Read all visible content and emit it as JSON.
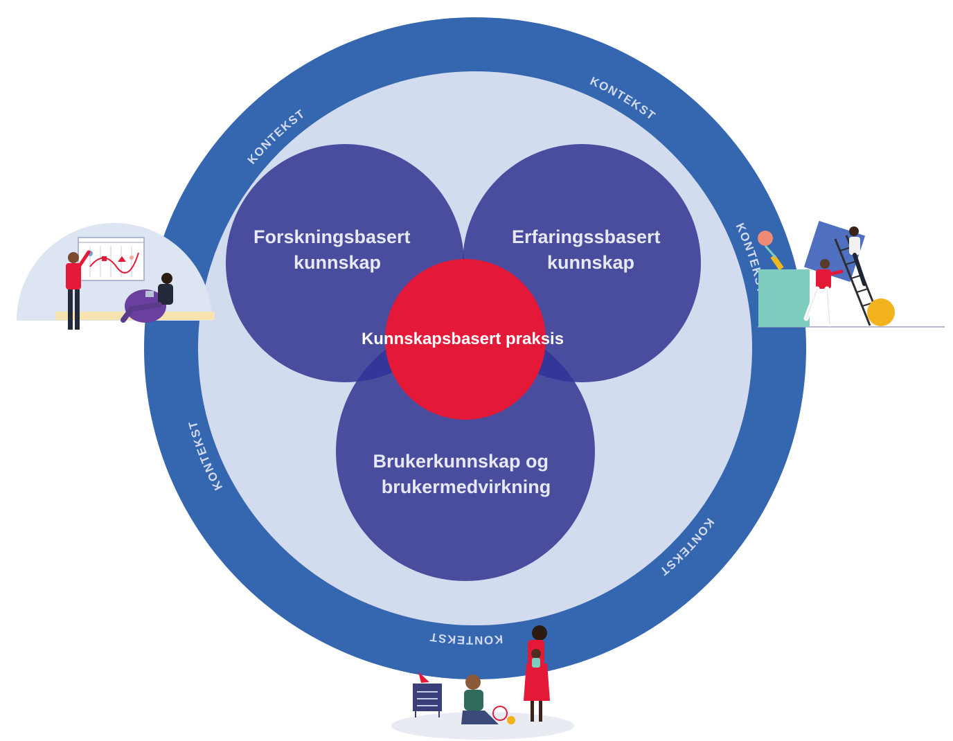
{
  "colors": {
    "outer_ring": "#3566b0",
    "inner_field": "#d3dbee",
    "knowledge_circle": "#4a4d9e",
    "overlap": "#33379a",
    "center": "#e31937",
    "label_light": "#e7e9f6",
    "ring_text": "#d3dbee",
    "center_text": "#ffffff"
  },
  "diagram": {
    "ring_label": "KONTEKST",
    "circles": [
      {
        "label_lines": [
          "Forskningsbasert",
          "kunnskap"
        ]
      },
      {
        "label_lines": [
          "Erfaringssbasert",
          "kunnskap"
        ]
      },
      {
        "label_lines": [
          "Brukerkunnskap og",
          "brukermedvirkning"
        ]
      }
    ],
    "center_label": "Kunnskapsbasert praksis"
  },
  "illustrations": [
    {
      "icon": "people-working-on-chart-illustration"
    },
    {
      "icon": "people-lifting-blocks-illustration"
    },
    {
      "icon": "family-playing-illustration"
    }
  ]
}
